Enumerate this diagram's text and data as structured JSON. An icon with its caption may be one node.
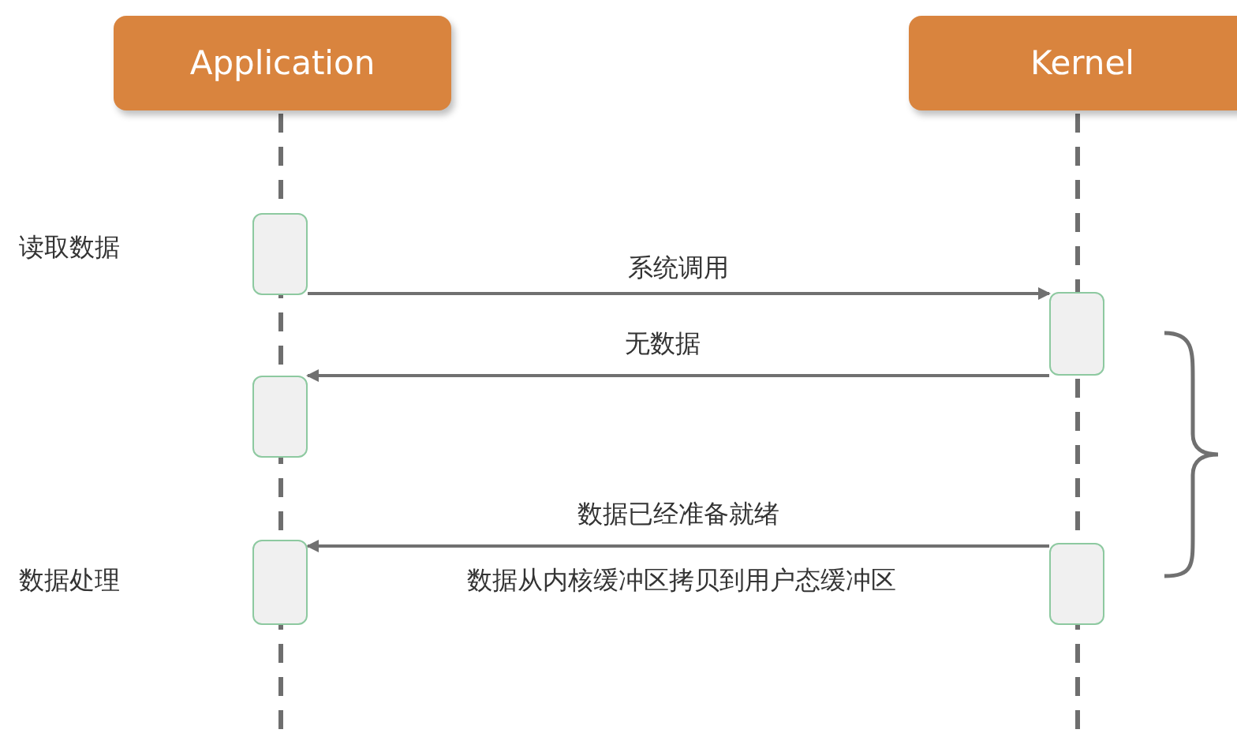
{
  "diagram": {
    "nodes": [
      {
        "text": [
          "Application"
        ]
      },
      {
        "text": [
          "Kernel"
        ]
      },
      {
        "text": [],
        "shape": "box"
      },
      {
        "text": [],
        "shape": "box"
      },
      {
        "text": [],
        "shape": "box"
      },
      {
        "text": [],
        "shape": "box"
      },
      {
        "text": [],
        "shape": "box"
      }
    ],
    "edges": [
      {
        "from": 2,
        "to": 3,
        "arrow": "to",
        "label": "系统调用"
      },
      {
        "from": 3,
        "to": 4,
        "arrow": "to",
        "label": "无数据"
      },
      {
        "from": 5,
        "to": 6,
        "arrow": "to",
        "label": "数据已经准备就绪"
      }
    ],
    "labels": [
      "读取数据",
      "数据处理",
      "数据从内核缓冲区拷贝到用户态缓冲区"
    ]
  }
}
